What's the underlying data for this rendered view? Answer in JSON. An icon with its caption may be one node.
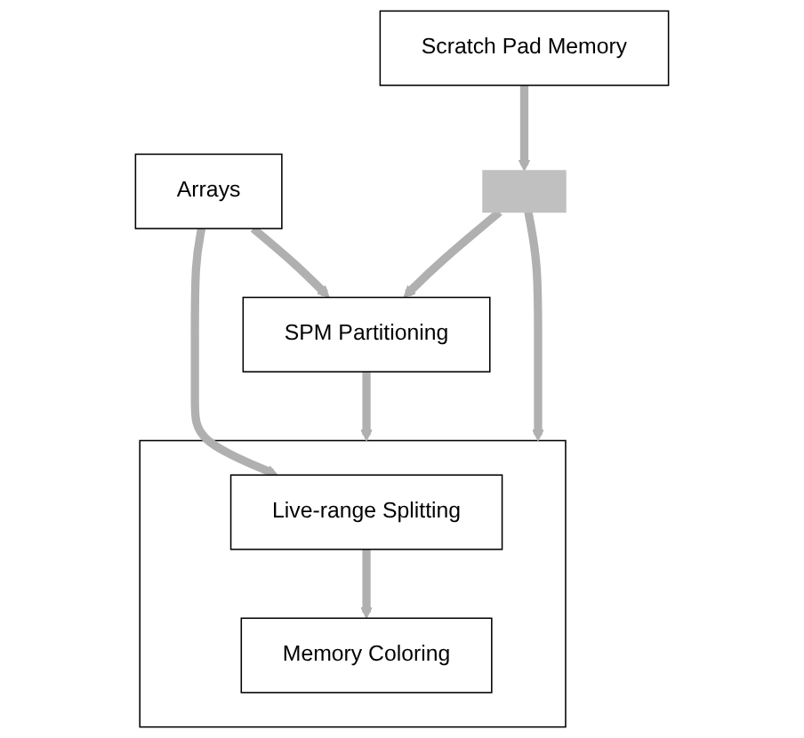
{
  "diagram": {
    "nodes": [
      {
        "text": [
          "Arrays"
        ]
      },
      {
        "text": [
          "SPM Partitioning"
        ]
      },
      {
        "text": [],
        "shape": "box"
      },
      {
        "text": [
          "Live-range Splitting"
        ],
        "in": 2
      },
      {
        "text": [
          "Memory Coloring"
        ],
        "in": 2
      },
      {
        "text": [],
        "shape": "bar"
      },
      {
        "text": [
          "Scratch Pad Memory"
        ]
      }
    ],
    "edges": [
      {
        "from": 0,
        "to": 1,
        "arrow": "to"
      },
      {
        "from": 0,
        "to": 3,
        "arrow": "to"
      },
      {
        "from": 3,
        "to": 4,
        "arrow": "to"
      },
      {
        "from": 1,
        "to": 2,
        "arrow": "to"
      },
      {
        "from": 5,
        "to": 1,
        "arrow": "to"
      },
      {
        "from": 5,
        "to": 2,
        "arrow": "to"
      },
      {
        "from": 6,
        "to": 5,
        "arrow": "to"
      }
    ]
  }
}
